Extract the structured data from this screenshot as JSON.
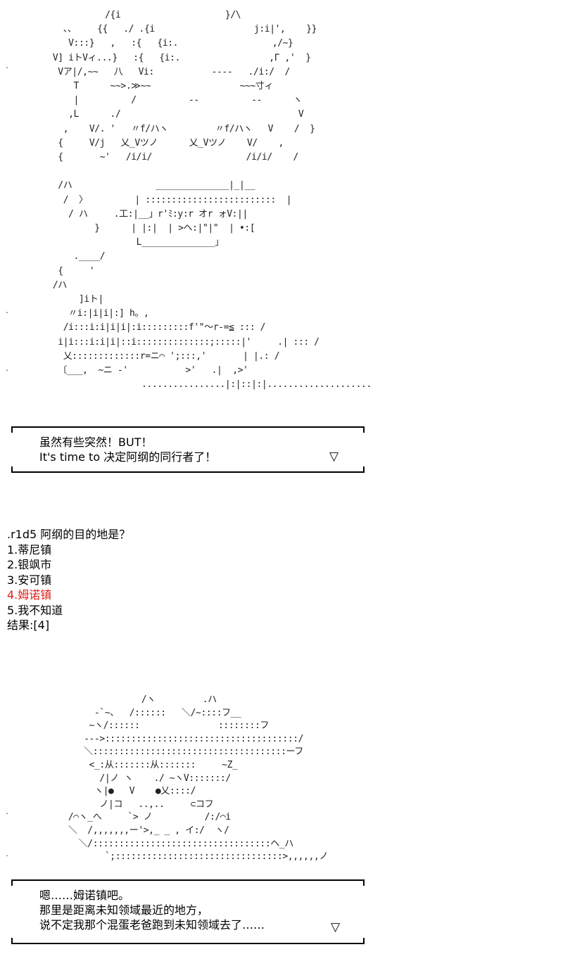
{
  "art_top": "            /{i                    }/\\\n    、、    {{   ./ .{i                   j:i|',    }}\n     V:::}   ,   :{   {i:.                  ,/~}\n  V] iトVィ...}   :{   {i:.                 ,Γ ,'  }\n   Vア|/,~~   八   Vi:           ----   ./i:/  /\n      T      ~~>.≫~~                 ~~~寸ィ\n      |          /          --          --      ヽ\n     ,L      ./                                  V\n    ,    V/. '   〃f/ハヽ         〃f/ハヽ   V    /  }\n   {     V/j   乂_Vツノ      乂_Vツノ    V/    ,\n   {       ~'   /i/i/                  /i/i/    /\n\n   /ハ                ______________|_|__\n    /  〉         | :::::::::::::::::::::::::  |\n     / ハ     .工:|__」r'ﾐ:y:r オr ォV:||\n          }      | |:|  | >ヘ:|\"|\"  | •:[\n                  L______________」\n      .____/\n   {     '\n  /ハ\n       ]iト|\n     〃i:|i|i|:] h。,\n    /i:::i:i|i|i|:i:::::::::f'\"〜r-=≦ ::: /\n   i|i:::i:i|i|::i::::::::::::::;:::::|'     .| ::: /\n    乂:::::::::::::r=ニ⌒ ';:::,'       | |.: /\n   〔___,  ~ニ ‐'           >'   .|  ,>'\n                   ................|:|::|:|....................",
  "dialogue_1": {
    "lines": [
      "虽然有些突然！BUT！",
      "It's time to 决定阿纲的同行者了！"
    ],
    "arrow": "▽"
  },
  "poll": {
    "question": ".r1d5 阿纲的目的地是？",
    "options": [
      "1.蒂尼镇",
      "2.银飒市",
      "3.安可镇",
      "4.姆诺镇",
      "5.我不知道"
    ],
    "highlight_color": "#e0201a",
    "result": "结果:[4]"
  },
  "art_bottom": "                /ヽ         .ハ\n       -`~、  /::::::   ＼/~::::フ__\n      ~ヽ/::::::               ::::::::フ\n     --->:::::::::::::::::::::::::::::::::::::/\n     ＼:::::::::::::::::::::::::::::::::::::ーフ\n      <_:从:::::::从:::::::     ~Z_\n        /|ノ ヽ    ./ ~ヽV:::::::/\n       ヽ|●   V    ●乂::::/\n        ノ|コ   ..,..     ⊂コフ\n  /⌒ヽ_へ     `> ノ          /:/⌒i\n  ＼  /,,,,,,,ー'>,_ _ , イ:/  ヽ/\n    ＼/::::::::::::::::::::::::::::::::::ヘ_ハ\n         `;::::::::::::::::::::::::::::::::>,,,,,,ノ",
  "dialogue_2": {
    "lines": [
      "嗯……姆诺镇吧。",
      "那里是距离未知领域最近的地方，",
      "说不定我那个混蛋老爸跑到未知领域去了……"
    ],
    "arrow": "▽"
  },
  "margin_dot": "."
}
